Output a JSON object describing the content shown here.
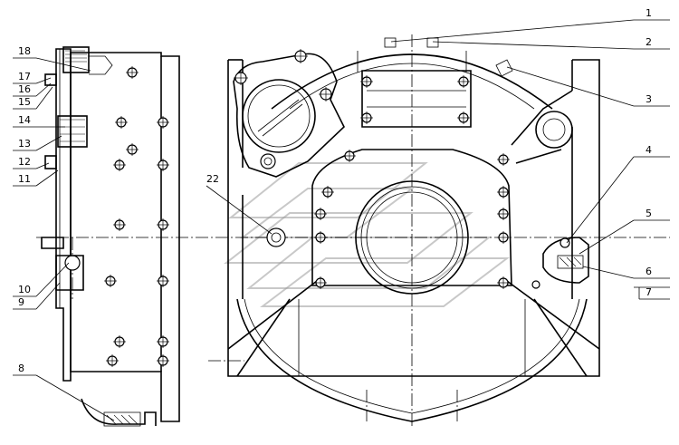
{
  "callouts": {
    "c1": "1",
    "c2": "2",
    "c3": "3",
    "c4": "4",
    "c5": "5",
    "c6": "6",
    "c7": "7",
    "c8": "8",
    "c9": "9",
    "c10": "10",
    "c11": "11",
    "c12": "12",
    "c13": "13",
    "c14": "14",
    "c15": "15",
    "c16": "16",
    "c17": "17",
    "c18": "18",
    "c22": "22"
  },
  "colors": {
    "line": "#000000",
    "background": "#ffffff",
    "watermark": "#9a9a9a"
  }
}
